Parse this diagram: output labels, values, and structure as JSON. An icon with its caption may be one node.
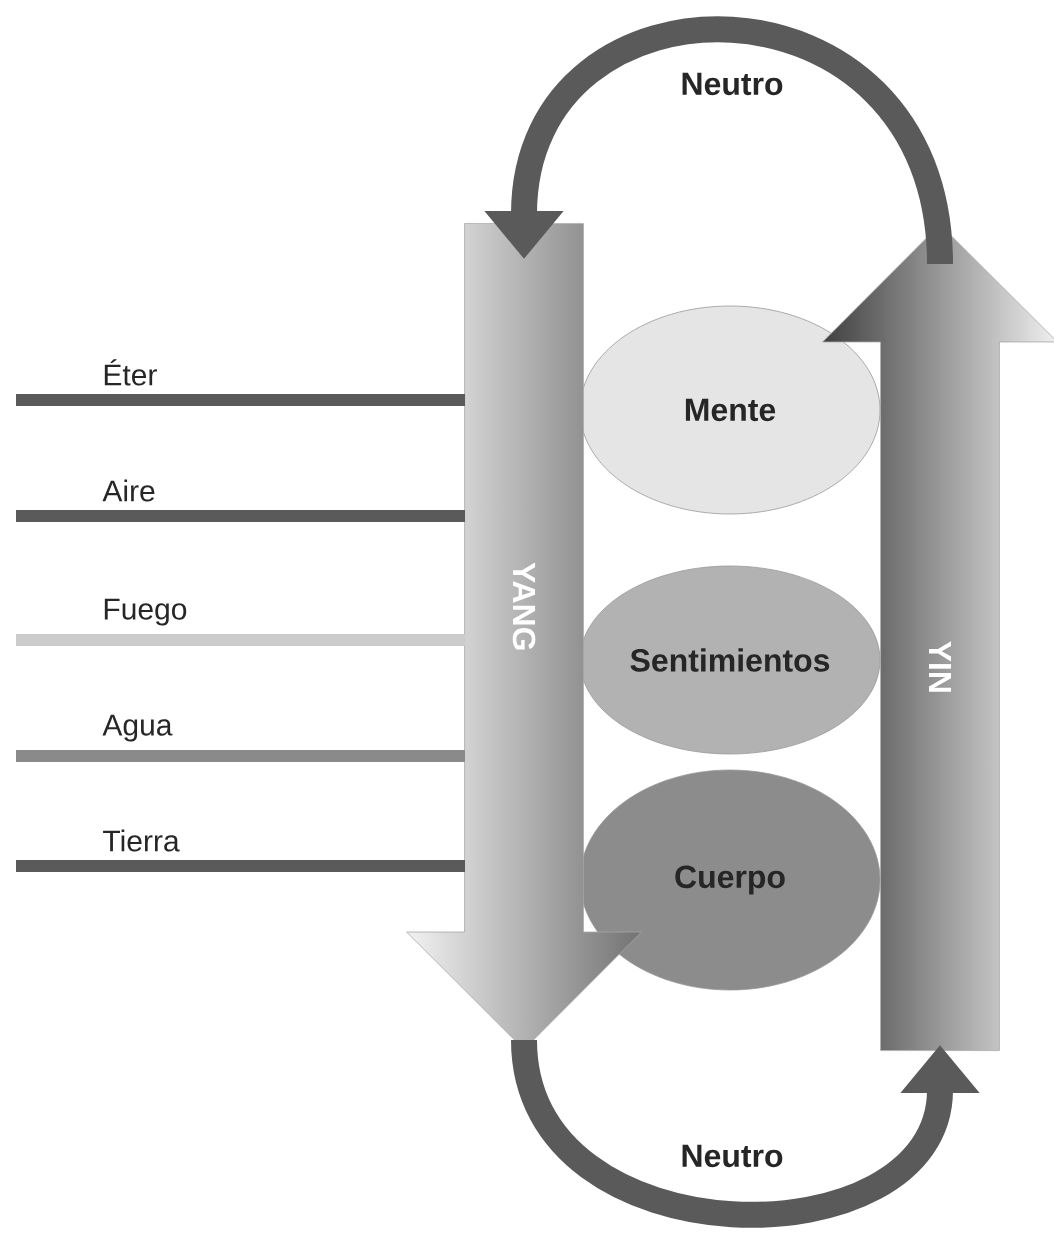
{
  "diagram": {
    "nodes": [
      {
        "text": [
          "YANG"
        ]
      },
      {
        "text": [
          "Mente"
        ]
      },
      {
        "text": [
          "Sentimientos"
        ]
      },
      {
        "text": [
          "Cuerpo"
        ]
      },
      {
        "text": [
          "YIN"
        ]
      }
    ],
    "edges": [
      {
        "from": null,
        "to": 0,
        "arrow": "none",
        "label": "Éter"
      },
      {
        "from": null,
        "to": 0,
        "arrow": "none",
        "label": "Aire"
      },
      {
        "from": null,
        "to": 0,
        "arrow": "none",
        "label": "Fuego",
        "color": "#cccccc"
      },
      {
        "from": null,
        "to": 0,
        "arrow": "none",
        "label": "Agua",
        "color": "#8a8a8a"
      },
      {
        "from": null,
        "to": 0,
        "arrow": "none",
        "label": "Tierra"
      },
      {
        "from": 4,
        "to": 0,
        "arrow": "to",
        "label": "Neutro",
        "style": "thick"
      },
      {
        "from": 0,
        "to": 4,
        "arrow": "to",
        "label": "Neutro",
        "style": "thick"
      }
    ]
  }
}
